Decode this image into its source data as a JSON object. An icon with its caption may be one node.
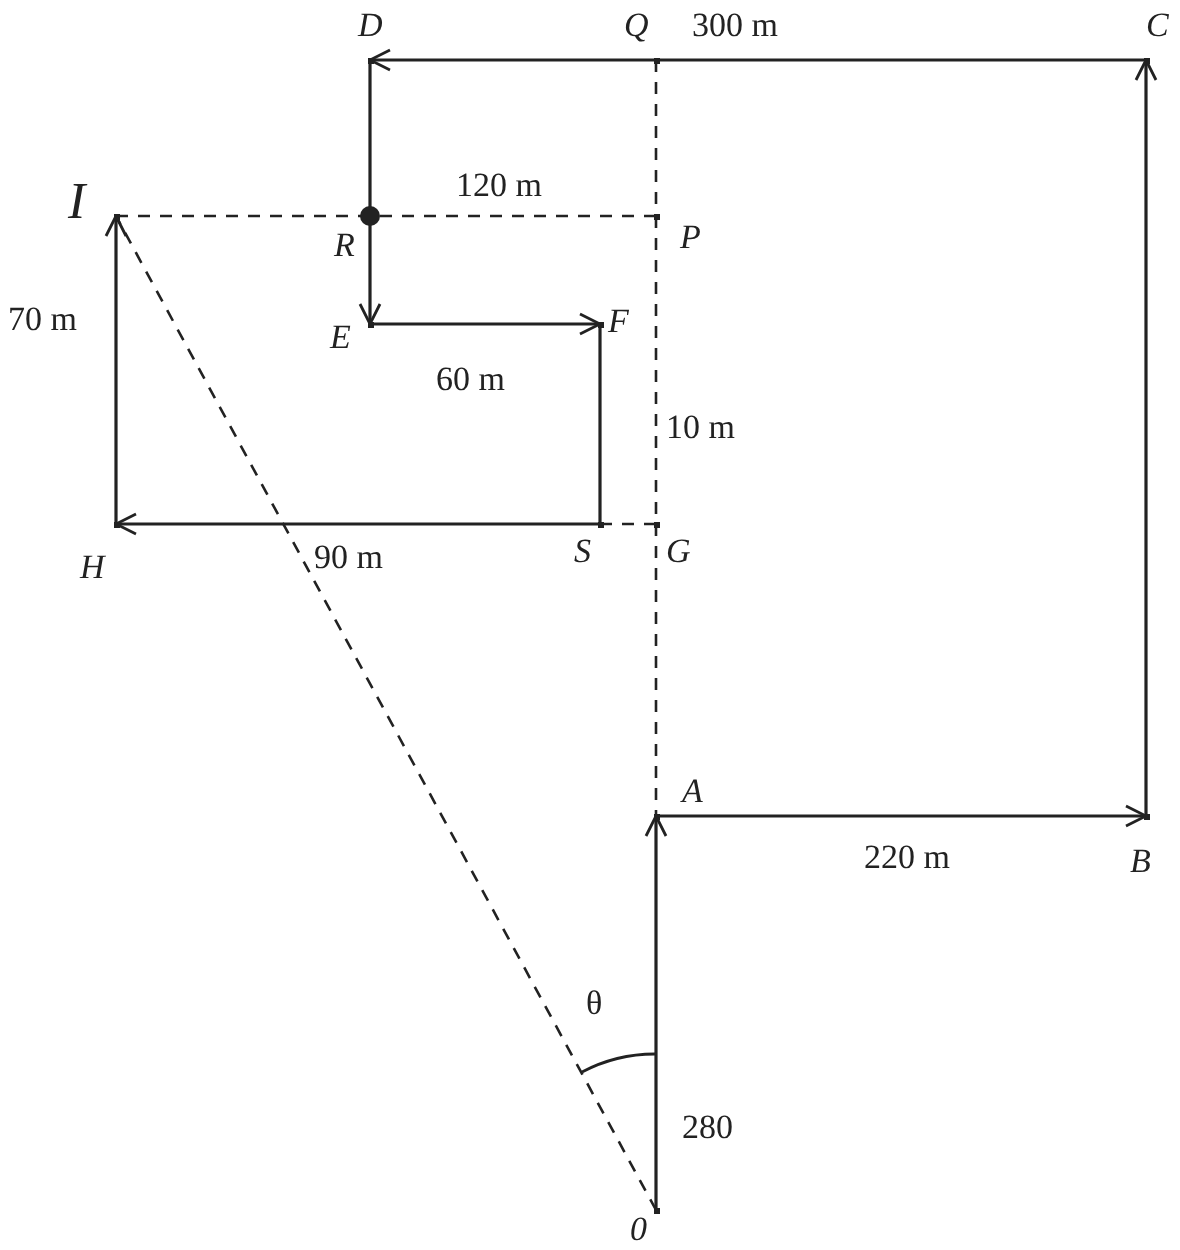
{
  "diagram": {
    "nodes": [
      {
        "text": [],
        "shape": "point",
        "beside": [
          "D"
        ]
      },
      {
        "text": [],
        "shape": "point",
        "beside": [
          "Q"
        ]
      },
      {
        "text": [],
        "shape": "point",
        "beside": [
          "C"
        ]
      },
      {
        "text": [],
        "shape": "point",
        "beside": [
          "I"
        ]
      },
      {
        "text": [],
        "shape": "dot",
        "beside": [
          "R"
        ]
      },
      {
        "text": [],
        "shape": "point",
        "beside": [
          "P"
        ]
      },
      {
        "text": [],
        "shape": "point",
        "beside": [
          "E"
        ]
      },
      {
        "text": [],
        "shape": "point",
        "beside": [
          "F"
        ]
      },
      {
        "text": [],
        "shape": "point",
        "beside": [
          "H"
        ]
      },
      {
        "text": [],
        "shape": "point",
        "beside": [
          "S"
        ]
      },
      {
        "text": [],
        "shape": "point",
        "beside": [
          "G"
        ]
      },
      {
        "text": [],
        "shape": "point",
        "beside": [
          "A"
        ]
      },
      {
        "text": [],
        "shape": "point",
        "beside": [
          "B"
        ]
      },
      {
        "text": [],
        "shape": "point",
        "beside": [
          "0"
        ]
      }
    ],
    "edges": [
      {
        "from": 13,
        "to": 11,
        "arrow": "to"
      },
      {
        "from": 11,
        "to": 12,
        "arrow": "to"
      },
      {
        "from": 12,
        "to": 2,
        "arrow": "to"
      },
      {
        "from": 2,
        "to": 0,
        "arrow": "to"
      },
      {
        "from": 0,
        "to": 6,
        "arrow": "to"
      },
      {
        "from": 6,
        "to": 7,
        "arrow": "to"
      },
      {
        "from": 7,
        "to": 9,
        "arrow": "none"
      },
      {
        "from": 9,
        "to": 8,
        "arrow": "to"
      },
      {
        "from": 8,
        "to": 3,
        "arrow": "to"
      },
      {
        "from": 13,
        "to": 3,
        "arrow": "none",
        "style": "dashed"
      },
      {
        "from": 3,
        "to": 5,
        "arrow": "none",
        "style": "dashed"
      },
      {
        "from": 1,
        "to": 5,
        "arrow": "none",
        "style": "dashed"
      },
      {
        "from": 5,
        "to": 10,
        "arrow": "none",
        "style": "dashed"
      },
      {
        "from": 10,
        "to": 11,
        "arrow": "none",
        "style": "dashed"
      },
      {
        "from": 9,
        "to": 10,
        "arrow": "none",
        "style": "dashed"
      }
    ],
    "labels": [
      "300 m",
      "120 m",
      "70 m",
      "60 m",
      "10 m",
      "90 m",
      "220 m",
      "θ",
      "280"
    ]
  }
}
